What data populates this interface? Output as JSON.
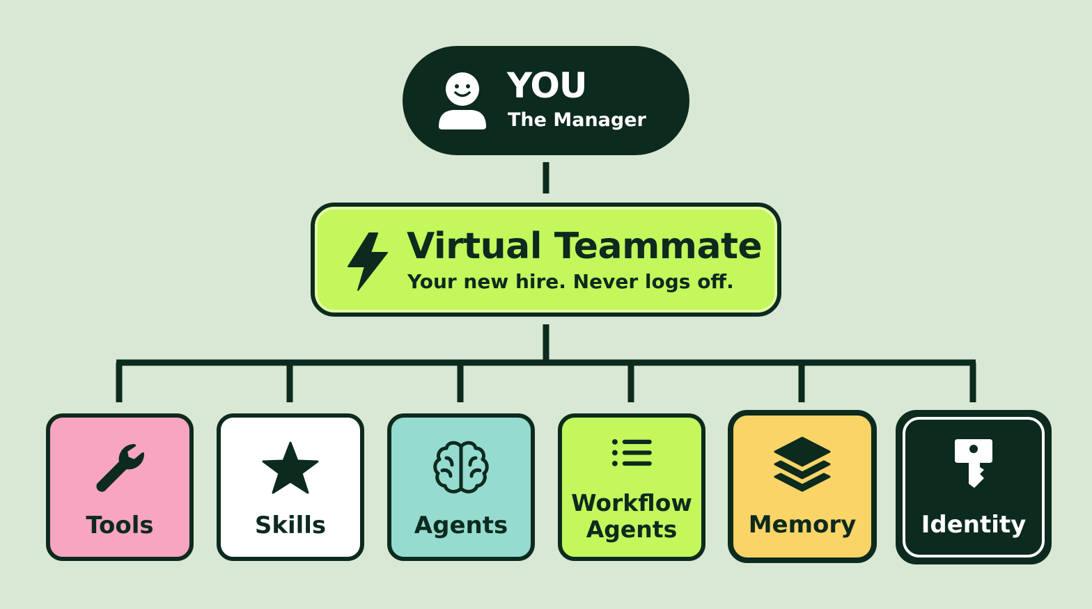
{
  "colors": {
    "background": "#d9e8d4",
    "dark": "#0c2a1e",
    "lime": "#c3f75c",
    "pink": "#f7a5c1",
    "white": "#ffffff",
    "teal": "#96dbd0",
    "yellow": "#fbd468"
  },
  "manager": {
    "title": "YOU",
    "subtitle": "The Manager",
    "icon": "person-smile-icon"
  },
  "teammate": {
    "title": "Virtual Teammate",
    "subtitle": "Your new hire. Never logs off.",
    "icon": "lightning-bolt-icon"
  },
  "capabilities": [
    {
      "label": "Tools",
      "icon": "wrench-icon"
    },
    {
      "label": "Skills",
      "icon": "star-icon"
    },
    {
      "label": "Agents",
      "icon": "brain-icon"
    },
    {
      "label_line1": "Workflow",
      "label_line2": "Agents",
      "icon": "list-icon"
    },
    {
      "label": "Memory",
      "icon": "layers-icon"
    },
    {
      "label": "Identity",
      "icon": "key-icon"
    }
  ]
}
